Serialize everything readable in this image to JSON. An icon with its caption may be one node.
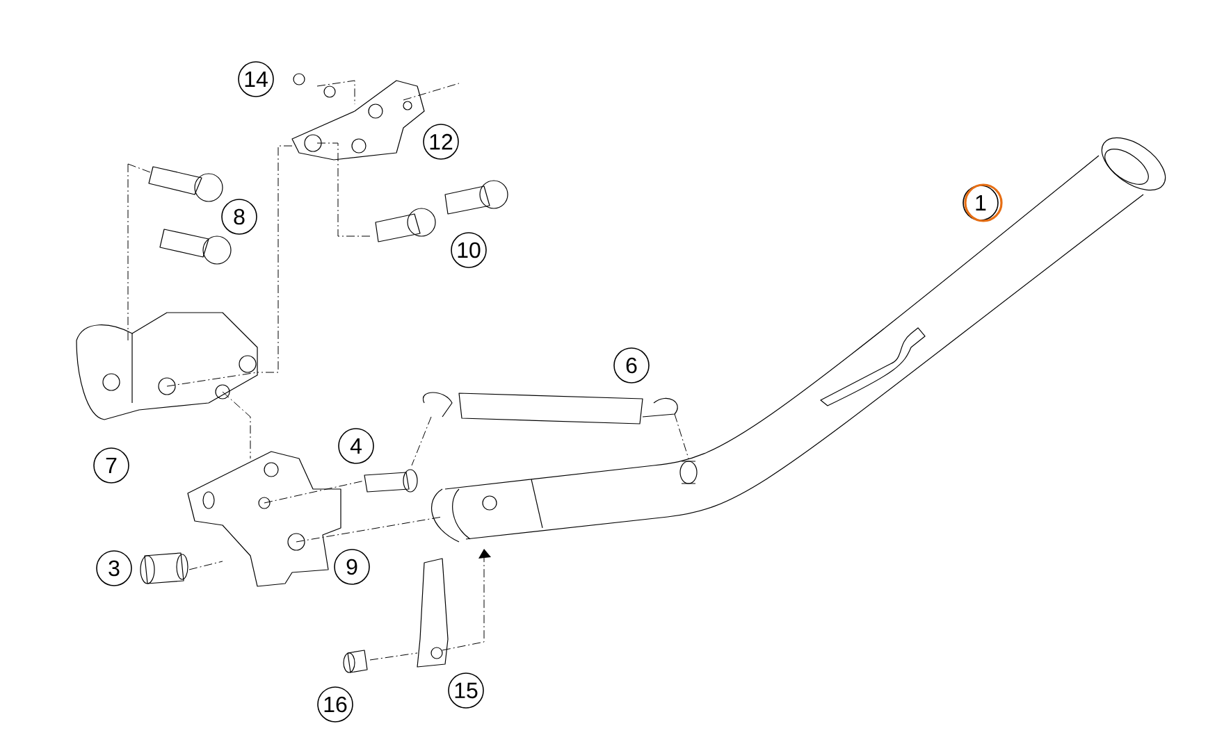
{
  "diagram": {
    "labels": [
      "14",
      "12",
      "8",
      "10",
      "1",
      "6",
      "7",
      "4",
      "3",
      "9",
      "16",
      "15"
    ]
  }
}
